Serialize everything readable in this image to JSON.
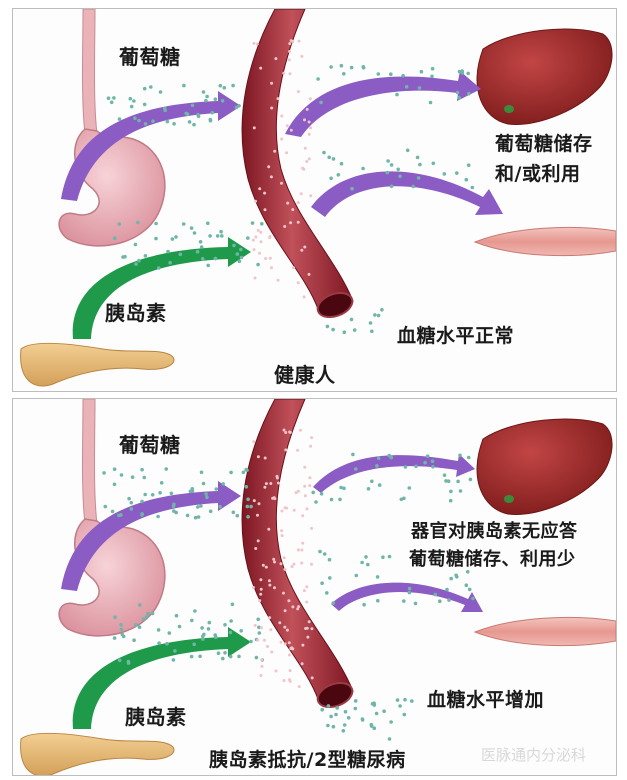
{
  "top_panel": {
    "glucose": "葡萄糖",
    "insulin": "胰岛素",
    "storage_line1": "葡萄糖储存",
    "storage_line2": "和/或利用",
    "blood_sugar": "血糖水平正常",
    "caption": "健康人"
  },
  "bottom_panel": {
    "glucose": "葡萄糖",
    "insulin": "胰岛素",
    "organ_line1": "器官对胰岛素无应答",
    "organ_line2": "葡萄糖储存、利用少",
    "blood_sugar": "血糖水平增加",
    "caption": "胰岛素抵抗/2型糖尿病",
    "watermark": "医脉通内分泌科"
  },
  "colors": {
    "glucose_arrow": "#8a5cc4",
    "insulin_arrow": "#1e9a4a",
    "vessel": "#a52a35",
    "liver": "#9e2a2a",
    "muscle": "#e9a6a0",
    "stomach": "#e8aab4",
    "pancreas": "#e6b878"
  }
}
